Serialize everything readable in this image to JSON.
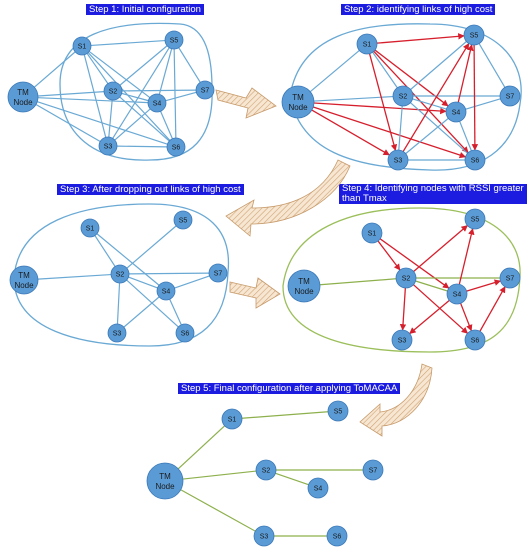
{
  "steps": [
    {
      "title": "Step 1: Initial configuration",
      "nodes": [
        {
          "id": "TM",
          "line1": "TM",
          "line2": "Node"
        },
        {
          "id": "S1",
          "label": "S1"
        },
        {
          "id": "S2",
          "label": "S2"
        },
        {
          "id": "S3",
          "label": "S3"
        },
        {
          "id": "S4",
          "label": "S4"
        },
        {
          "id": "S5",
          "label": "S5"
        },
        {
          "id": "S6",
          "label": "S6"
        },
        {
          "id": "S7",
          "label": "S7"
        }
      ],
      "edges": [
        [
          "TM",
          "S1",
          "blue"
        ],
        [
          "TM",
          "S2",
          "blue"
        ],
        [
          "TM",
          "S4",
          "blue"
        ],
        [
          "TM",
          "S3",
          "blue"
        ],
        [
          "TM",
          "S6",
          "blue"
        ],
        [
          "S1",
          "S5",
          "blue"
        ],
        [
          "S1",
          "S2",
          "blue"
        ],
        [
          "S1",
          "S4",
          "blue"
        ],
        [
          "S1",
          "S3",
          "blue"
        ],
        [
          "S1",
          "S6",
          "blue"
        ],
        [
          "S2",
          "S4",
          "blue"
        ],
        [
          "S2",
          "S3",
          "blue"
        ],
        [
          "S2",
          "S6",
          "blue"
        ],
        [
          "S2",
          "S7",
          "blue"
        ],
        [
          "S3",
          "S5",
          "blue"
        ],
        [
          "S3",
          "S6",
          "blue"
        ],
        [
          "S3",
          "S4",
          "blue"
        ],
        [
          "S4",
          "S5",
          "blue"
        ],
        [
          "S4",
          "S7",
          "blue"
        ],
        [
          "S4",
          "S6",
          "blue"
        ],
        [
          "S5",
          "S7",
          "blue"
        ],
        [
          "S5",
          "S2",
          "blue"
        ],
        [
          "S5",
          "S6",
          "blue"
        ]
      ]
    },
    {
      "title": "Step 2: identifying links of high cost",
      "nodes": [
        {
          "id": "TM",
          "line1": "TM",
          "line2": "Node"
        },
        {
          "id": "S1",
          "label": "S1"
        },
        {
          "id": "S2",
          "label": "S2"
        },
        {
          "id": "S3",
          "label": "S3"
        },
        {
          "id": "S4",
          "label": "S4"
        },
        {
          "id": "S5",
          "label": "S5"
        },
        {
          "id": "S6",
          "label": "S6"
        },
        {
          "id": "S7",
          "label": "S7"
        }
      ],
      "edges": [
        [
          "TM",
          "S1",
          "blue"
        ],
        [
          "TM",
          "S2",
          "blue"
        ],
        [
          "TM",
          "S4",
          "red"
        ],
        [
          "TM",
          "S3",
          "red"
        ],
        [
          "TM",
          "S6",
          "red"
        ],
        [
          "S1",
          "S5",
          "red"
        ],
        [
          "S1",
          "S2",
          "blue"
        ],
        [
          "S1",
          "S4",
          "red"
        ],
        [
          "S1",
          "S3",
          "red"
        ],
        [
          "S1",
          "S6",
          "red"
        ],
        [
          "S2",
          "S4",
          "blue"
        ],
        [
          "S2",
          "S3",
          "blue"
        ],
        [
          "S2",
          "S6",
          "blue"
        ],
        [
          "S2",
          "S7",
          "blue"
        ],
        [
          "S3",
          "S5",
          "red"
        ],
        [
          "S3",
          "S6",
          "blue"
        ],
        [
          "S3",
          "S4",
          "blue"
        ],
        [
          "S4",
          "S5",
          "red"
        ],
        [
          "S4",
          "S7",
          "blue"
        ],
        [
          "S4",
          "S6",
          "blue"
        ],
        [
          "S5",
          "S7",
          "blue"
        ],
        [
          "S5",
          "S2",
          "blue"
        ],
        [
          "S5",
          "S6",
          "red"
        ]
      ]
    },
    {
      "title": "Step 3: After dropping out links of high cost",
      "nodes": [
        {
          "id": "TM",
          "line1": "TM",
          "line2": "Node"
        },
        {
          "id": "S1",
          "label": "S1"
        },
        {
          "id": "S2",
          "label": "S2"
        },
        {
          "id": "S3",
          "label": "S3"
        },
        {
          "id": "S4",
          "label": "S4"
        },
        {
          "id": "S5",
          "label": "S5"
        },
        {
          "id": "S6",
          "label": "S6"
        },
        {
          "id": "S7",
          "label": "S7"
        }
      ],
      "edges": [
        [
          "TM",
          "S2",
          "blue"
        ],
        [
          "S1",
          "S2",
          "blue"
        ],
        [
          "S1",
          "S4",
          "blue"
        ],
        [
          "S2",
          "S5",
          "blue"
        ],
        [
          "S2",
          "S4",
          "blue"
        ],
        [
          "S2",
          "S3",
          "blue"
        ],
        [
          "S2",
          "S6",
          "blue"
        ],
        [
          "S2",
          "S7",
          "blue"
        ],
        [
          "S4",
          "S7",
          "blue"
        ],
        [
          "S4",
          "S6",
          "blue"
        ],
        [
          "S4",
          "S3",
          "blue"
        ]
      ]
    },
    {
      "title_lines": [
        "Step 4: Identifying nodes with RSSI greater",
        "than Tmax"
      ],
      "nodes": [
        {
          "id": "TM",
          "line1": "TM",
          "line2": "Node"
        },
        {
          "id": "S1",
          "label": "S1"
        },
        {
          "id": "S2",
          "label": "S2"
        },
        {
          "id": "S3",
          "label": "S3"
        },
        {
          "id": "S4",
          "label": "S4"
        },
        {
          "id": "S5",
          "label": "S5"
        },
        {
          "id": "S6",
          "label": "S6"
        },
        {
          "id": "S7",
          "label": "S7"
        }
      ],
      "edges": [
        [
          "TM",
          "S2",
          "green"
        ],
        [
          "S1",
          "S2",
          "red"
        ],
        [
          "S1",
          "S4",
          "red"
        ],
        [
          "S2",
          "S5",
          "red"
        ],
        [
          "S2",
          "S4",
          "green"
        ],
        [
          "S2",
          "S3",
          "red"
        ],
        [
          "S2",
          "S6",
          "red"
        ],
        [
          "S2",
          "S7",
          "green"
        ],
        [
          "S4",
          "S5",
          "red"
        ],
        [
          "S4",
          "S7",
          "red"
        ],
        [
          "S4",
          "S6",
          "red"
        ],
        [
          "S4",
          "S3",
          "red"
        ],
        [
          "S6",
          "S7",
          "red"
        ]
      ]
    },
    {
      "title": "Step 5: Final configuration after applying ToMACAA",
      "nodes": [
        {
          "id": "TM",
          "line1": "TM",
          "line2": "Node"
        },
        {
          "id": "S1",
          "label": "S1"
        },
        {
          "id": "S5",
          "label": "S5"
        },
        {
          "id": "S2",
          "label": "S2"
        },
        {
          "id": "S7",
          "label": "S7"
        },
        {
          "id": "S4",
          "label": "S4"
        },
        {
          "id": "S3",
          "label": "S3"
        },
        {
          "id": "S6",
          "label": "S6"
        }
      ],
      "edges": [
        [
          "TM",
          "S1",
          "green"
        ],
        [
          "S1",
          "S5",
          "green"
        ],
        [
          "TM",
          "S2",
          "green"
        ],
        [
          "S2",
          "S7",
          "green"
        ],
        [
          "S2",
          "S4",
          "green"
        ],
        [
          "TM",
          "S3",
          "green"
        ],
        [
          "S3",
          "S6",
          "green"
        ]
      ]
    }
  ],
  "colors": {
    "banner_bg": "#1c1ce0",
    "banner_text": "#ffffff",
    "node_fill": "#5b9bd5",
    "node_stroke": "#3a78b8",
    "edge_blue": "#6aa9d4",
    "edge_red": "#d61f2c",
    "edge_green": "#8db04c",
    "outline_blue": "#6aa9d4",
    "outline_green": "#9bbf5a",
    "arrow_fill": "#f2dcbf",
    "arrow_stroke": "#c79a6a"
  }
}
